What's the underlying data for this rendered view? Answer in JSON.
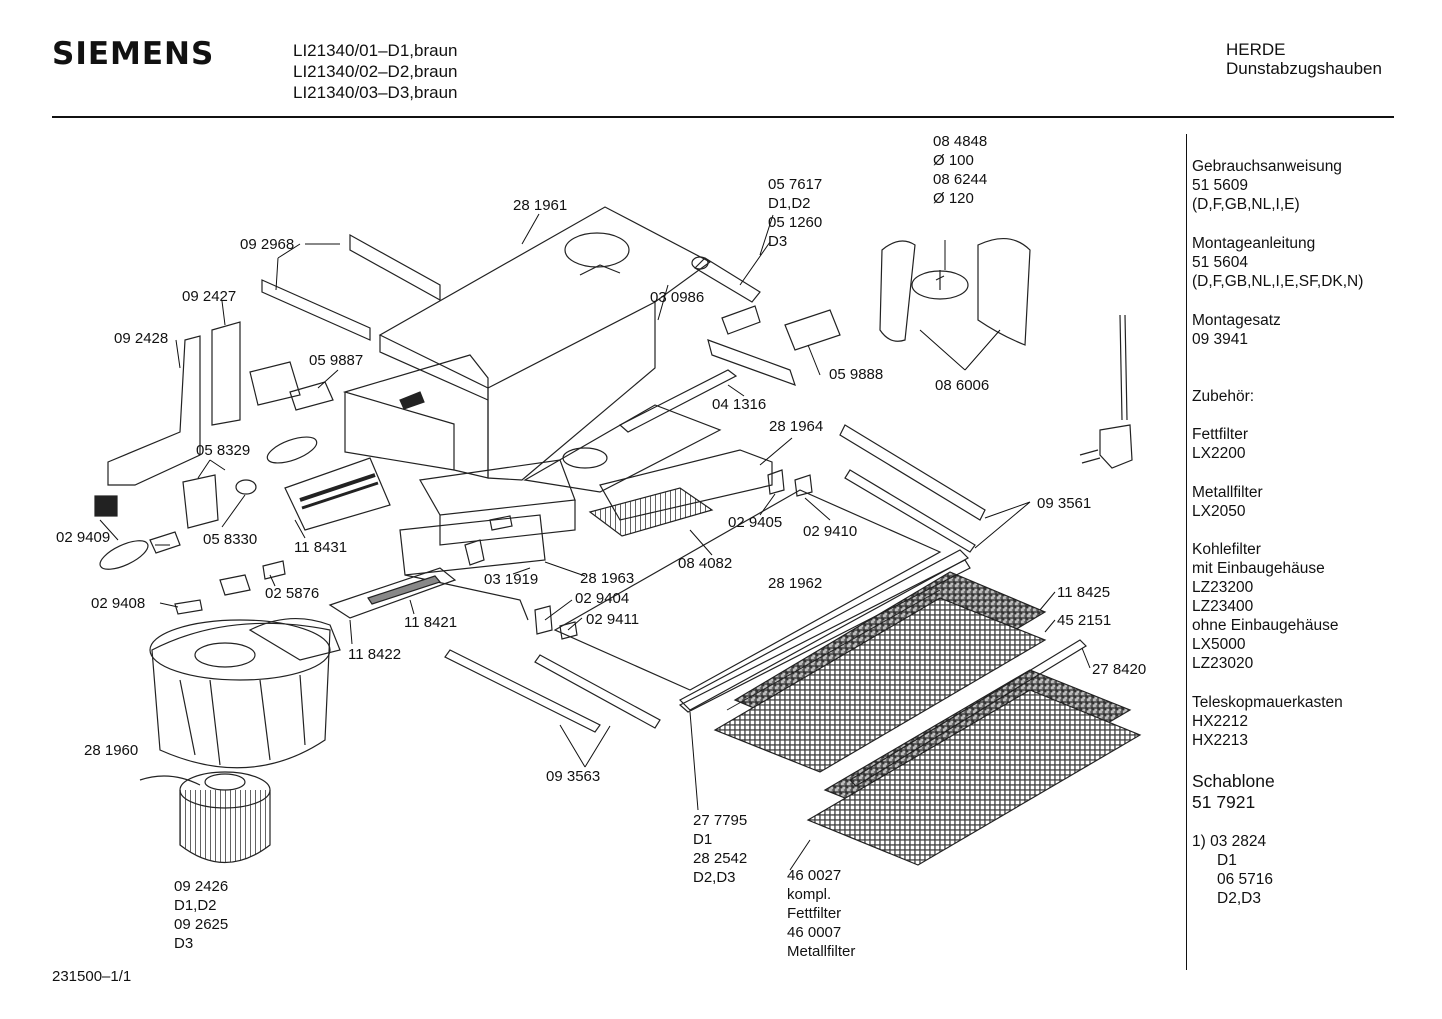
{
  "header": {
    "brand": "SIEMENS",
    "models": [
      "LI21340/01–D1,braun",
      "LI21340/02–D2,braun",
      "LI21340/03–D3,braun"
    ],
    "category": [
      "HERDE",
      "Dunstabzugshauben"
    ]
  },
  "sidebar": {
    "gebrauch": [
      "Gebrauchsanweisung",
      "51 5609",
      "(D,F,GB,NL,I,E)"
    ],
    "montageanleitung": [
      "Montageanleitung",
      "51 5604",
      "(D,F,GB,NL,I,E,SF,DK,N)"
    ],
    "montagesatz": [
      "Montagesatz",
      "09 3941"
    ],
    "zubehoer": "Zubehör:",
    "fettfilter": [
      "Fettfilter",
      "LX2200"
    ],
    "metallfilter": [
      "Metallfilter",
      "LX2050"
    ],
    "kohlefilter": [
      "Kohlefilter",
      "mit Einbaugehäuse",
      "LZ23200",
      "LZ23400",
      "ohne Einbaugehäuse",
      "LX5000",
      "LZ23020"
    ],
    "telesk": [
      "Teleskopmauerkasten",
      "HX2212",
      "HX2213"
    ],
    "schablone": [
      "Schablone",
      "51 7921"
    ],
    "note": [
      "1)  03 2824",
      "D1",
      "06 5716",
      "D2,D3"
    ]
  },
  "parts": {
    "p281961": "28 1961",
    "p092968": "09 2968",
    "p092427": "09 2427",
    "p092428": "09 2428",
    "p059887": "05 9887",
    "p058329": "05 8329",
    "p029409": "02 9409",
    "p058330": "05 8330",
    "p118431": "11 8431",
    "p025876": "02 5876",
    "p029408": "02 9408",
    "p118421": "11 8421",
    "p118422": "11 8422",
    "p281960": "28 1960",
    "p092426": [
      "09 2426",
      "D1,D2",
      "09 2625",
      "D3"
    ],
    "p057617": [
      "05 7617",
      "D1,D2",
      "05 1260",
      "D3"
    ],
    "p030986": "03 0986",
    "p084848": [
      "08 4848",
      "Ø 100",
      "08 6244",
      "Ø 120"
    ],
    "p059888": "05 9888",
    "p086006": "08 6006",
    "p041316": "04 1316",
    "p281964": "28 1964",
    "p093561": "09 3561",
    "p029405": "02 9405",
    "p029410": "02 9410",
    "p084082": "08 4082",
    "p031919": "03 1919",
    "p281963": "28 1963",
    "p029404": "02 9404",
    "p029411": "02 9411",
    "p281962": "28 1962",
    "p118425": "11 8425",
    "p452151": "45 2151",
    "p278420": "27 8420",
    "p093563": "09 3563",
    "p277795": [
      "27 7795",
      "D1",
      "28 2542",
      "D2,D3"
    ],
    "p460027": [
      "46 0027",
      "kompl.",
      "Fettfilter",
      "46 0007",
      "Metallfilter"
    ]
  },
  "footer": "231500–1/1"
}
